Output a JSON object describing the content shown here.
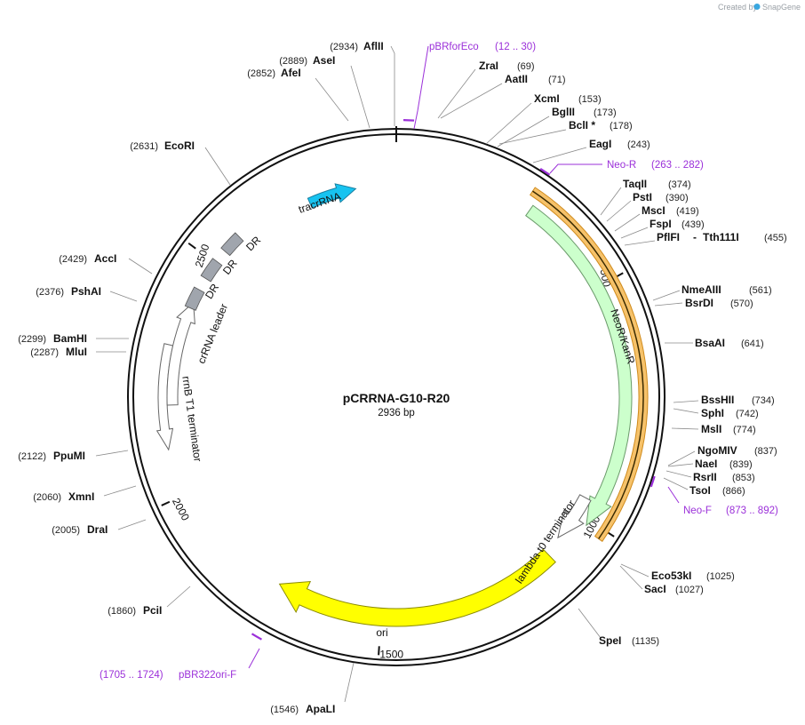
{
  "credit": {
    "prefix": "Created by",
    "brand": "SnapGene"
  },
  "map": {
    "name": "pCRRNA-G10-R20",
    "length": "2936 bp",
    "total_bp": 2936
  },
  "ticks": [
    {
      "bp": 500,
      "label": "500"
    },
    {
      "bp": 1000,
      "label": "1000"
    },
    {
      "bp": 1500,
      "label": "1500"
    },
    {
      "bp": 2000,
      "label": "2000"
    },
    {
      "bp": 2500,
      "label": "2500"
    }
  ],
  "sites": [
    {
      "name": "AflII",
      "pos": "(2934)"
    },
    {
      "name": "AseI",
      "pos": "(2889)"
    },
    {
      "name": "AfeI",
      "pos": "(2852)"
    },
    {
      "name": "ZraI",
      "pos": "(69)"
    },
    {
      "name": "AatII",
      "pos": "(71)"
    },
    {
      "name": "XcmI",
      "pos": "(153)"
    },
    {
      "name": "BglII",
      "pos": "(173)"
    },
    {
      "name": "BclI *",
      "pos": "(178)"
    },
    {
      "name": "EagI",
      "pos": "(243)"
    },
    {
      "name": "TaqII",
      "pos": "(374)"
    },
    {
      "name": "PstI",
      "pos": "(390)"
    },
    {
      "name": "MscI",
      "pos": "(419)"
    },
    {
      "name": "FspI",
      "pos": "(439)"
    },
    {
      "name": "PflFI",
      "pos": ""
    },
    {
      "name": "Tth111I",
      "pos": "(455)"
    },
    {
      "name": "NmeAIII",
      "pos": "(561)"
    },
    {
      "name": "BsrDI",
      "pos": "(570)"
    },
    {
      "name": "BsaAI",
      "pos": "(641)"
    },
    {
      "name": "BssHII",
      "pos": "(734)"
    },
    {
      "name": "SphI",
      "pos": "(742)"
    },
    {
      "name": "MslI",
      "pos": "(774)"
    },
    {
      "name": "NgoMIV",
      "pos": "(837)"
    },
    {
      "name": "NaeI",
      "pos": "(839)"
    },
    {
      "name": "RsrII",
      "pos": "(853)"
    },
    {
      "name": "TsoI",
      "pos": "(866)"
    },
    {
      "name": "Eco53kI",
      "pos": "(1025)"
    },
    {
      "name": "SacI",
      "pos": "(1027)"
    },
    {
      "name": "SpeI",
      "pos": "(1135)"
    },
    {
      "name": "ApaLI",
      "pos": "(1546)"
    },
    {
      "name": "PciI",
      "pos": "(1860)"
    },
    {
      "name": "DraI",
      "pos": "(2005)"
    },
    {
      "name": "XmnI",
      "pos": "(2060)"
    },
    {
      "name": "PpuMI",
      "pos": "(2122)"
    },
    {
      "name": "MluI",
      "pos": "(2287)"
    },
    {
      "name": "BamHI",
      "pos": "(2299)"
    },
    {
      "name": "PshAI",
      "pos": "(2376)"
    },
    {
      "name": "AccI",
      "pos": "(2429)"
    },
    {
      "name": "EcoRI",
      "pos": "(2631)"
    }
  ],
  "tth_dash": "-",
  "primers": [
    {
      "name": "pBRforEco",
      "range": "(12 .. 30)"
    },
    {
      "name": "Neo-R",
      "range": "(263 .. 282)"
    },
    {
      "name": "Neo-F",
      "range": "(873 .. 892)"
    },
    {
      "name": "pBR322ori-F",
      "range": "(1705 .. 1724)"
    }
  ],
  "features": [
    {
      "name": "tracrRNA",
      "color": "#17c3f0"
    },
    {
      "name": "NeoR/KanR",
      "color": "#ccffcc"
    },
    {
      "name": "lambda t0 terminator",
      "color": "#ffffff"
    },
    {
      "name": "ori",
      "color": "#ffff00"
    },
    {
      "name": "rrnB T1 terminator",
      "color": "#ffffff"
    },
    {
      "name": "crRNA leader",
      "color": "#ffffff"
    },
    {
      "name": "DR",
      "color": "#a0a5ad"
    },
    {
      "name": "DR",
      "color": "#a0a5ad"
    },
    {
      "name": "DR",
      "color": "#a0a5ad"
    }
  ],
  "colors": {
    "primer": "#9b30d9",
    "orf": "#f5a623",
    "backbone": "#111111"
  }
}
